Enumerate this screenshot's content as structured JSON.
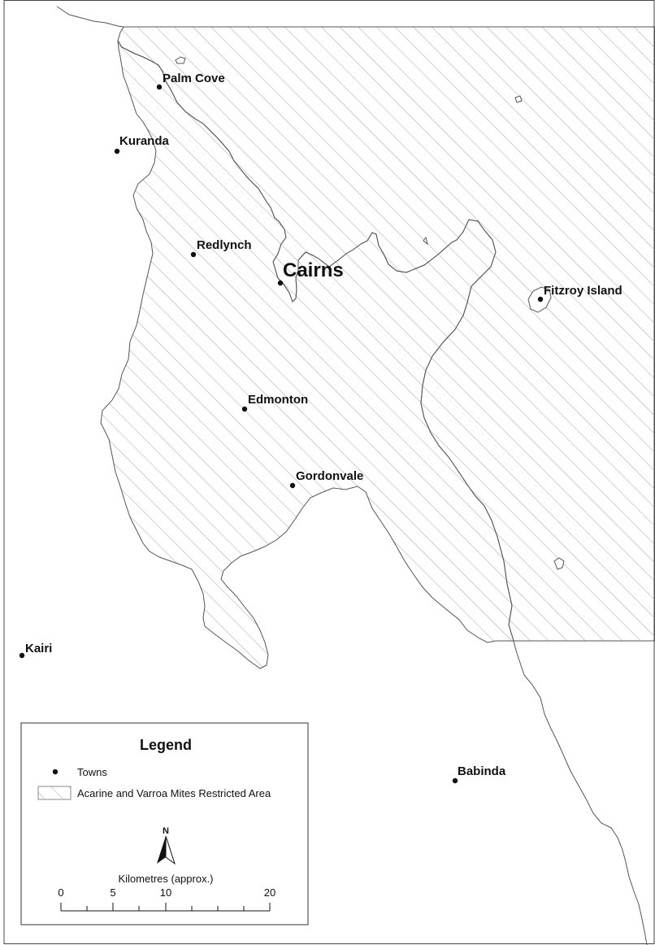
{
  "map": {
    "towns": [
      {
        "id": "palm-cove",
        "name": "Palm Cove",
        "major": false
      },
      {
        "id": "kuranda",
        "name": "Kuranda",
        "major": false
      },
      {
        "id": "redlynch",
        "name": "Redlynch",
        "major": false
      },
      {
        "id": "cairns",
        "name": "Cairns",
        "major": true
      },
      {
        "id": "fitzroy-island",
        "name": "Fitzroy Island",
        "major": false
      },
      {
        "id": "edmonton",
        "name": "Edmonton",
        "major": false
      },
      {
        "id": "gordonvale",
        "name": "Gordonvale",
        "major": false
      },
      {
        "id": "kairi",
        "name": "Kairi",
        "major": false
      },
      {
        "id": "babinda",
        "name": "Babinda",
        "major": false
      }
    ],
    "restricted_area_pattern": "diagonal-hatch",
    "colors": {
      "outline": "#555555",
      "hatch": "#9a9a9a",
      "town_dot": "#111111",
      "frame": "#444444"
    }
  },
  "legend": {
    "title": "Legend",
    "items": [
      {
        "symbol": "dot",
        "label": "Towns"
      },
      {
        "symbol": "hatch",
        "label": "Acarine and Varroa Mites Restricted Area"
      }
    ]
  },
  "north_arrow": {
    "label": "N",
    "icon": "north-arrow-icon"
  },
  "scale_bar": {
    "title": "Kilometres (approx.)",
    "ticks": [
      "0",
      "5",
      "10",
      "20"
    ]
  }
}
